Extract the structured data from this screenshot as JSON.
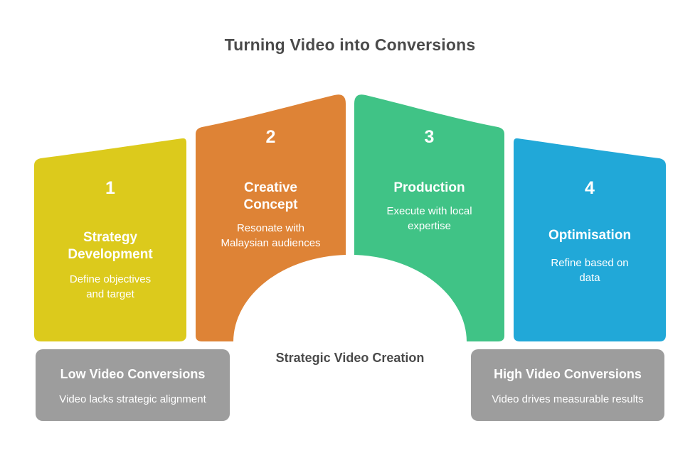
{
  "title": "Turning Video into Conversions",
  "colors": {
    "step1_yellow": "#dcca1c",
    "step2_orange": "#de8336",
    "step3_green": "#40c386",
    "step4_blue": "#21a8d8",
    "outcome_gray": "#9d9d9d",
    "dark_text": "#4a4a4a"
  },
  "steps": [
    {
      "number": "1",
      "title": "Strategy\nDevelopment",
      "description": "Define objectives\nand target",
      "color": "#dcca1c"
    },
    {
      "number": "2",
      "title": "Creative\nConcept",
      "description": "Resonate with\nMalaysian audiences",
      "color": "#de8336"
    },
    {
      "number": "3",
      "title": "Production",
      "description": "Execute with local\nexpertise",
      "color": "#40c386"
    },
    {
      "number": "4",
      "title": "Optimisation",
      "description": "Refine based on\ndata",
      "color": "#21a8d8"
    }
  ],
  "bridge_label": "Strategic Video Creation",
  "outcomes": {
    "low": {
      "title": "Low Video Conversions",
      "description": "Video lacks strategic alignment",
      "color": "#9d9d9d"
    },
    "high": {
      "title": "High Video Conversions",
      "description": "Video drives measurable results",
      "color": "#9d9d9d"
    }
  }
}
